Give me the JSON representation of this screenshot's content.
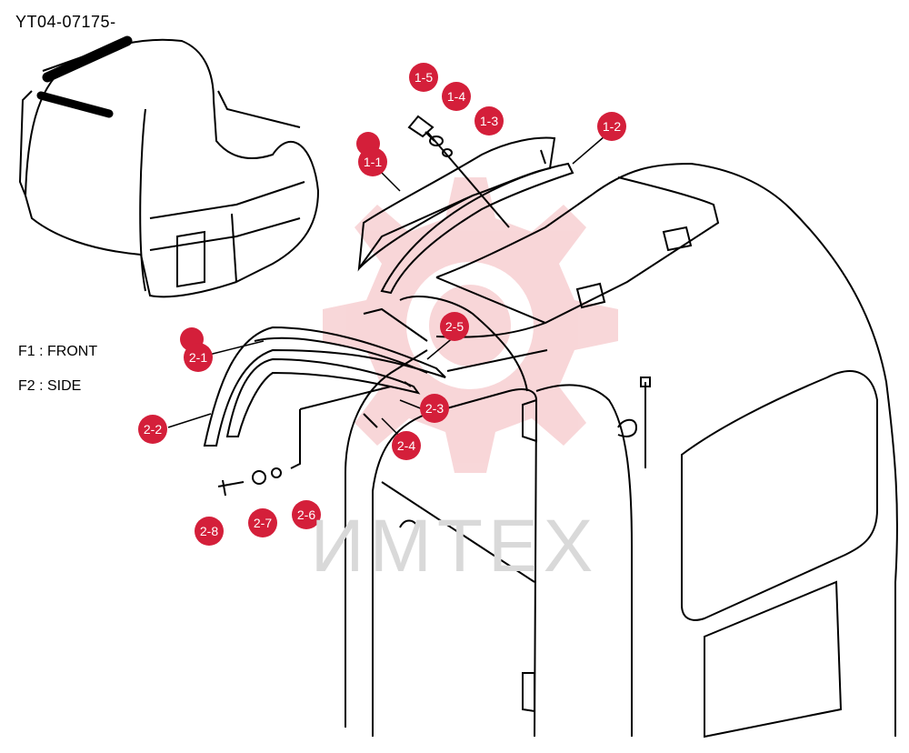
{
  "document_code": "YT04-07175-",
  "legend": [
    {
      "code": "F1",
      "text": "F1 : FRONT"
    },
    {
      "code": "F2",
      "text": "F2 : SIDE"
    }
  ],
  "watermark": "ИМТЕХ",
  "callouts": [
    {
      "label": "1-5"
    },
    {
      "label": "1-4"
    },
    {
      "label": "1-3"
    },
    {
      "label": "1-2"
    },
    {
      "label": "1-1"
    },
    {
      "label": "2-5"
    },
    {
      "label": "2-1"
    },
    {
      "label": "2-3"
    },
    {
      "label": "2-2"
    },
    {
      "label": "2-4"
    },
    {
      "label": "2-8"
    },
    {
      "label": "2-7"
    },
    {
      "label": "2-6"
    }
  ],
  "colors": {
    "callout": "#d41f3a",
    "line": "#000000",
    "watermark_gear": "#f6c9cc"
  }
}
